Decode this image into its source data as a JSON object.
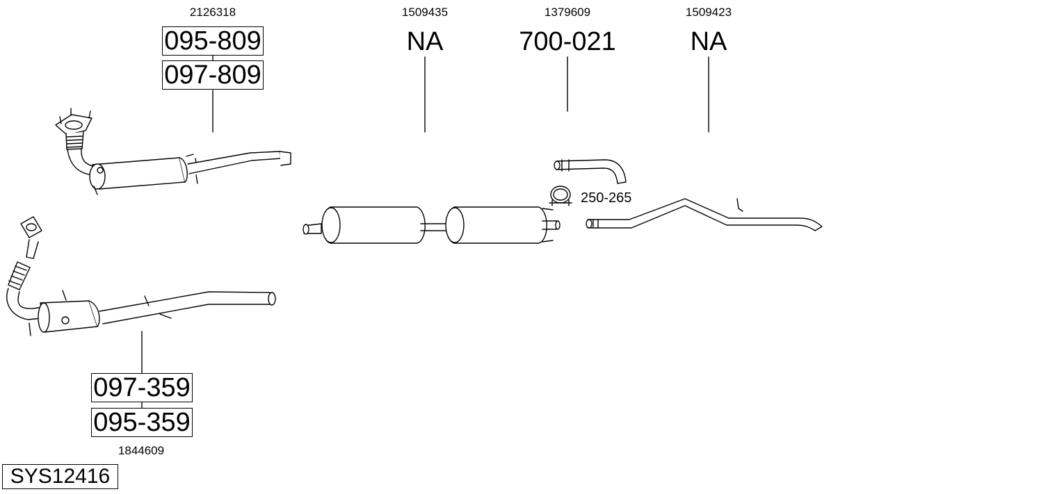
{
  "groups": {
    "catalytic_rear": {
      "oe_number": "2126318",
      "part_codes": [
        "095-809",
        "097-809"
      ]
    },
    "middle_silencer": {
      "oe_number": "1509435",
      "part_code": "NA"
    },
    "tail_pipe": {
      "oe_number": "1379609",
      "part_code": "700-021"
    },
    "rear_pipe": {
      "oe_number": "1509423",
      "part_code": "NA"
    },
    "front_catalyst": {
      "part_codes": [
        "097-359",
        "095-359"
      ],
      "oe_number": "1844609"
    },
    "clamp": {
      "part_code": "250-265"
    }
  },
  "system_code": "SYS12416"
}
